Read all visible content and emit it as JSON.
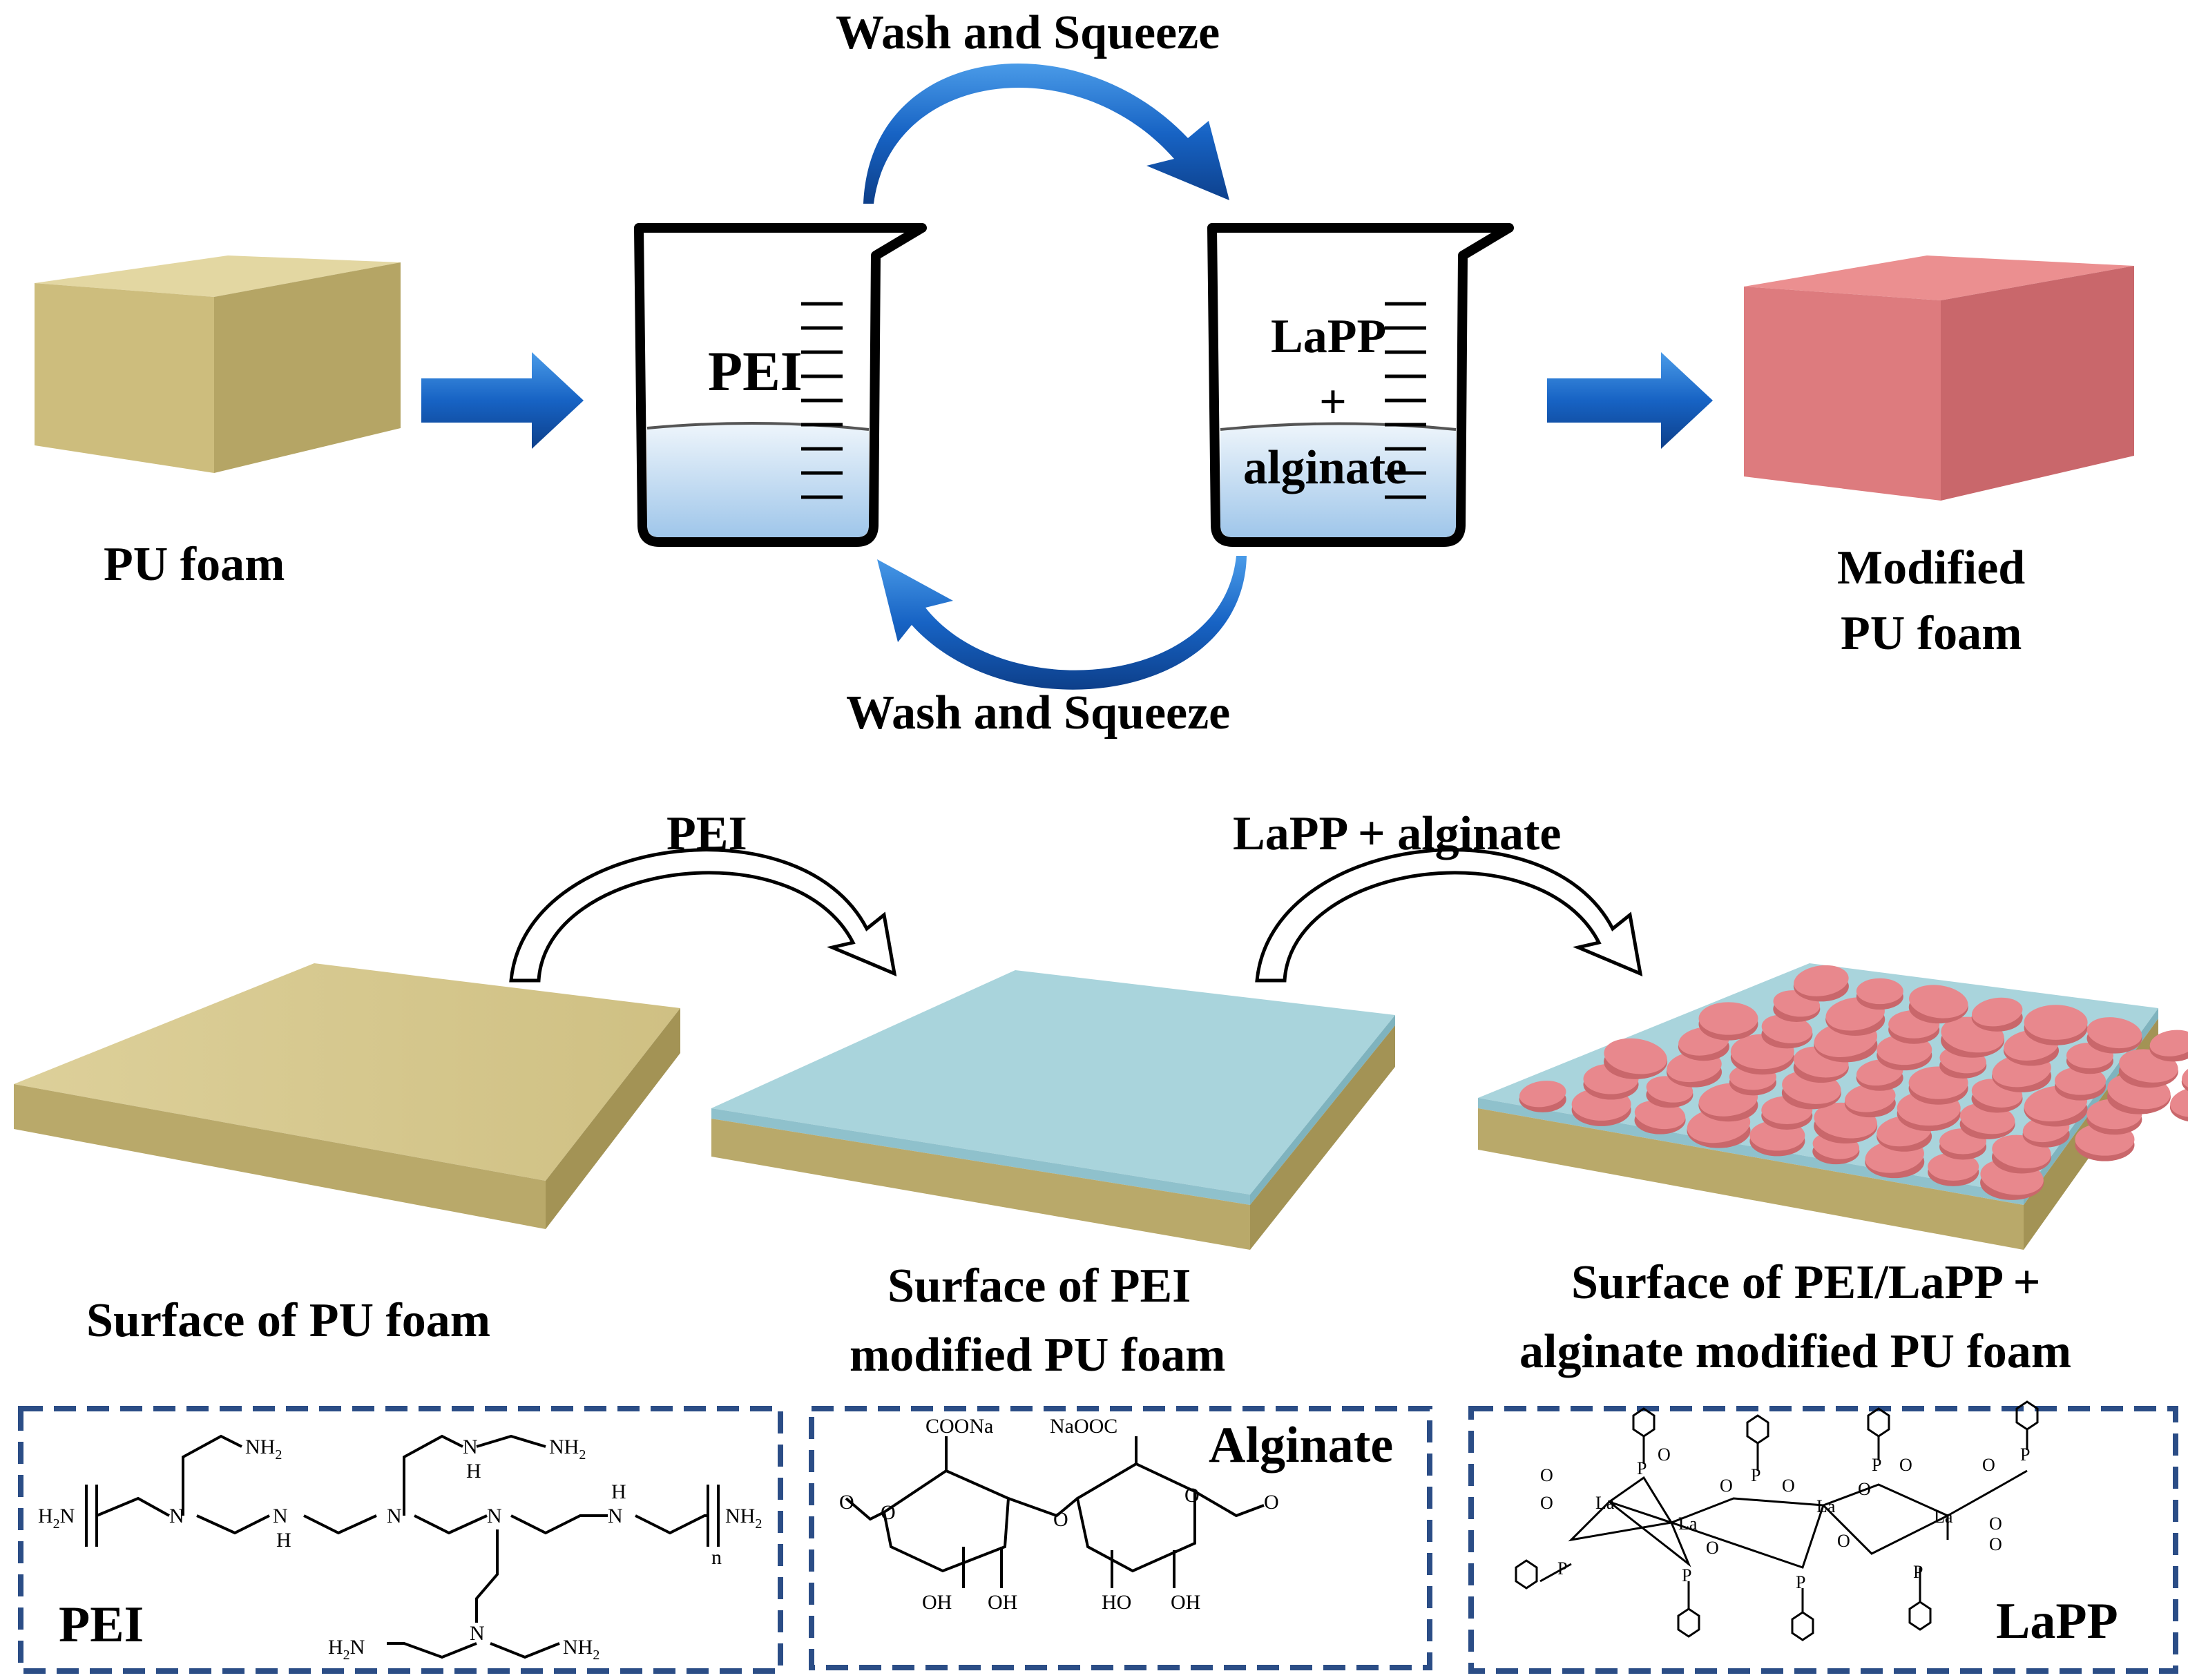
{
  "top": {
    "wash_top": "Wash and Squeeze",
    "wash_bottom": "Wash and Squeeze",
    "pu_foam": "PU foam",
    "beaker1": "PEI",
    "beaker2_line1": "LaPP",
    "beaker2_line2": "+",
    "beaker2_line3": "alginate",
    "modified_line1": "Modified",
    "modified_line2": "PU foam"
  },
  "bottom": {
    "arrow1": "PEI",
    "arrow2": "LaPP + alginate",
    "surface1": "Surface of PU foam",
    "surface2_line1": "Surface of PEI",
    "surface2_line2": "modified PU foam",
    "surface3_line1": "Surface of PEI/LaPP +",
    "surface3_line2": "alginate modified PU foam"
  },
  "structures": {
    "pei_name": "PEI",
    "alginate_name": "Alginate",
    "lapp_name": "LaPP",
    "pei": {
      "nh2": "NH",
      "sub2": "2",
      "nh": "N",
      "h": "H",
      "n_sub": "n",
      "h2n": "H",
      "n_label": "N"
    },
    "alginate": {
      "coona": "COONa",
      "naooc": "NaOOC",
      "oh": "OH",
      "ho": "HO",
      "o": "O"
    },
    "lapp": {
      "la": "La",
      "p": "P",
      "o": "O"
    }
  },
  "colors": {
    "pu": "#d9c98a",
    "pei_layer": "#a9d4dc",
    "lapp_disc": "#e8888d",
    "arrow_blue": "#1a5fb0",
    "dash_border": "#2b4d86"
  }
}
